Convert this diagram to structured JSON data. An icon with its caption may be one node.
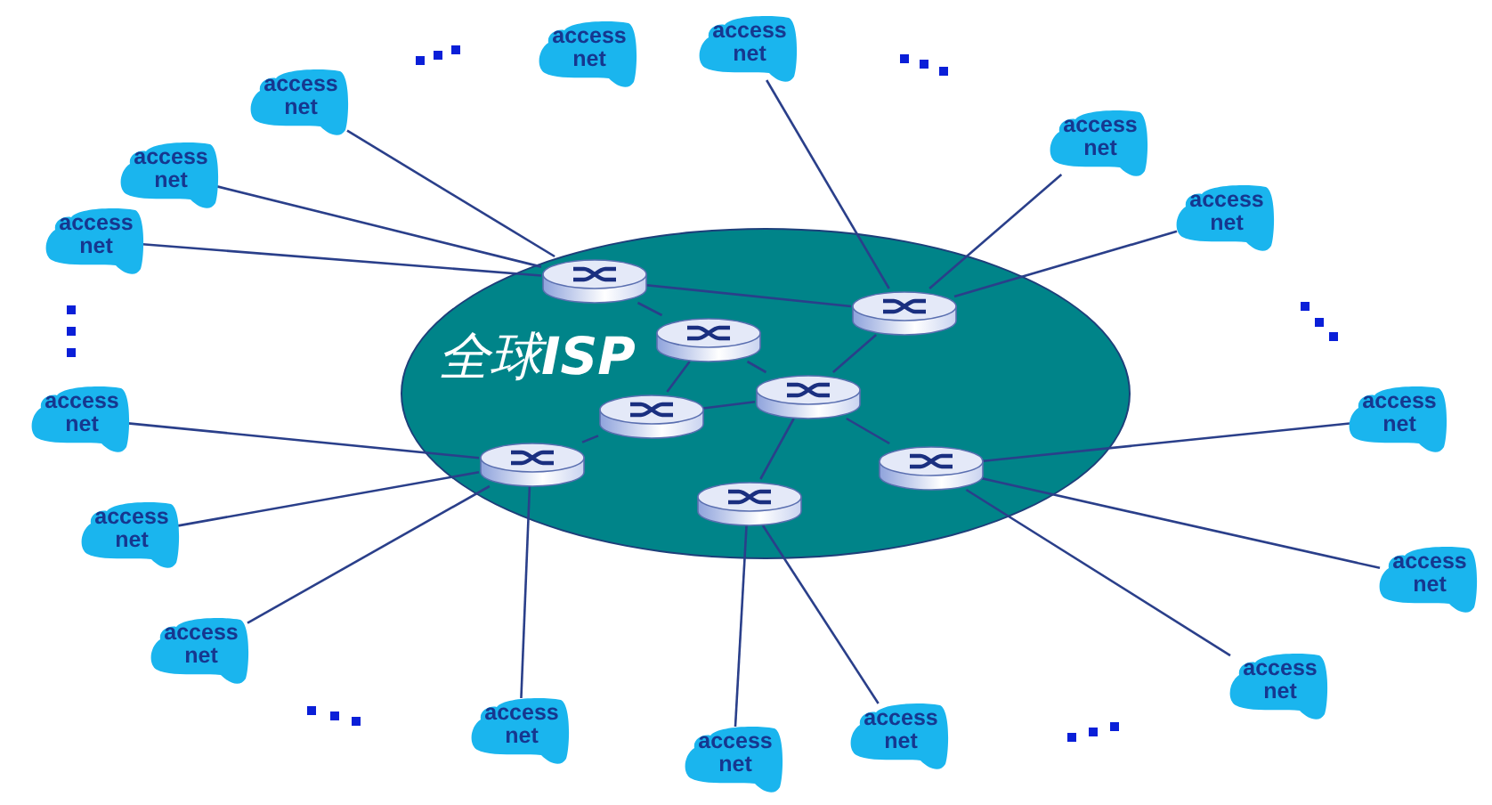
{
  "diagram": {
    "nodes": [
      {
        "text": [
          "全球**ISP**"
        ]
      },
      {
        "text": [],
        "shape": "cylinder",
        "in": 0
      },
      {
        "text": [],
        "shape": "cylinder",
        "in": 0
      },
      {
        "text": [],
        "shape": "cylinder",
        "in": 0
      },
      {
        "text": [],
        "shape": "cylinder",
        "in": 0
      },
      {
        "text": [],
        "shape": "cylinder",
        "in": 0
      },
      {
        "text": [],
        "shape": "cylinder",
        "in": 0
      },
      {
        "text": [],
        "shape": "cylinder",
        "in": 0
      },
      {
        "text": [],
        "shape": "cylinder",
        "in": 0
      },
      {
        "text": [
          "access net"
        ]
      },
      {
        "text": [
          "access net"
        ]
      },
      {
        "text": [
          "access net"
        ]
      },
      {
        "text": [
          "access net"
        ]
      },
      {
        "text": [
          "access net"
        ]
      },
      {
        "text": [
          "access net"
        ]
      },
      {
        "text": [
          "access net"
        ]
      },
      {
        "text": [
          "access net"
        ]
      },
      {
        "text": [
          "access net"
        ]
      },
      {
        "text": [
          "access net"
        ]
      },
      {
        "text": [
          "access net"
        ]
      },
      {
        "text": [
          "access net"
        ]
      },
      {
        "text": [
          "access net"
        ]
      },
      {
        "text": [
          "access net"
        ]
      },
      {
        "text": [
          "access net"
        ]
      },
      {
        "text": [
          "access net"
        ]
      }
    ],
    "edges": [
      {
        "from": 1,
        "to": 3,
        "arrow": "none"
      },
      {
        "from": 1,
        "to": 2,
        "arrow": "none"
      },
      {
        "from": 2,
        "to": 4,
        "arrow": "none"
      },
      {
        "from": 3,
        "to": 4,
        "arrow": "none"
      },
      {
        "from": 2,
        "to": 5,
        "arrow": "none"
      },
      {
        "from": 5,
        "to": 4,
        "arrow": "none"
      },
      {
        "from": 5,
        "to": 6,
        "arrow": "none"
      },
      {
        "from": 4,
        "to": 7,
        "arrow": "none"
      },
      {
        "from": 4,
        "to": 8,
        "arrow": "none"
      },
      {
        "from": 11,
        "to": 1,
        "arrow": "none"
      },
      {
        "from": 13,
        "to": 1,
        "arrow": "none"
      },
      {
        "from": 15,
        "to": 1,
        "arrow": "none"
      },
      {
        "from": 10,
        "to": 3,
        "arrow": "none"
      },
      {
        "from": 12,
        "to": 3,
        "arrow": "none"
      },
      {
        "from": 14,
        "to": 3,
        "arrow": "none"
      },
      {
        "from": 17,
        "to": 6,
        "arrow": "none"
      },
      {
        "from": 18,
        "to": 6,
        "arrow": "none"
      },
      {
        "from": 20,
        "to": 6,
        "arrow": "none"
      },
      {
        "from": 22,
        "to": 6,
        "arrow": "none"
      },
      {
        "from": 16,
        "to": 7,
        "arrow": "none"
      },
      {
        "from": 19,
        "to": 7,
        "arrow": "none"
      },
      {
        "from": 21,
        "to": 7,
        "arrow": "none"
      },
      {
        "from": 23,
        "to": 8,
        "arrow": "none"
      },
      {
        "from": 24,
        "to": 8,
        "arrow": "none"
      }
    ]
  }
}
